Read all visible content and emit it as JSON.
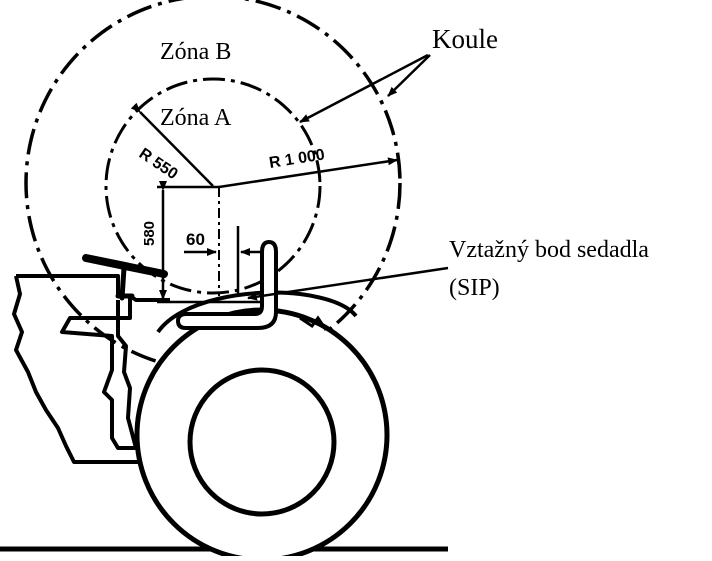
{
  "labels": {
    "zone_b": "Zóna B",
    "zone_a": "Zóna A",
    "sphere": "Koule",
    "sip_line1": "Vztažný bod sedadla",
    "sip_line2": "(SIP)"
  },
  "dimensions": {
    "r_small": "R 550",
    "r_large": "R 1 000",
    "height": "580",
    "offset": "60"
  },
  "colors": {
    "ink": "#000000",
    "background": "#ffffff"
  }
}
